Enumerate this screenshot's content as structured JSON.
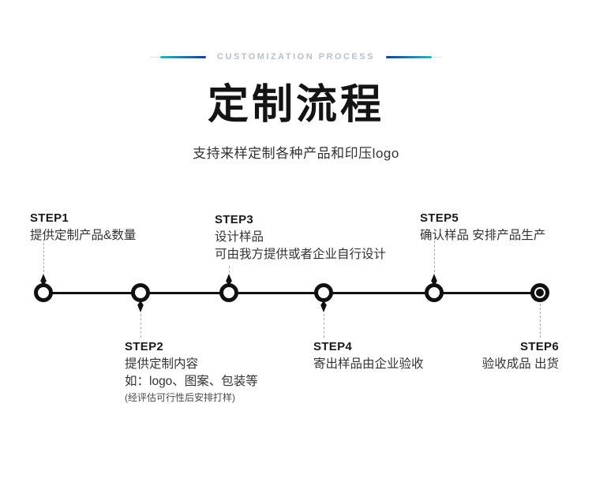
{
  "header": {
    "eyebrow": "CUSTOMIZATION PROCESS",
    "title": "定制流程",
    "subtitle": "支持来样定制各种产品和印压logo",
    "accent_teal": "#2bb9b3",
    "accent_blue": "#1d3f94",
    "eyebrow_color": "#b9c0c7"
  },
  "timeline": {
    "line_color": "#111111",
    "steps": [
      {
        "label": "STEP1",
        "position": "above",
        "lines": [
          "提供定制产品&数量"
        ]
      },
      {
        "label": "STEP2",
        "position": "below",
        "lines": [
          "提供定制内容",
          "如：logo、图案、包装等"
        ],
        "note": "(经评估可行性后安排打样)"
      },
      {
        "label": "STEP3",
        "position": "above",
        "lines": [
          "设计样品",
          "可由我方提供或者企业自行设计"
        ]
      },
      {
        "label": "STEP4",
        "position": "below",
        "lines": [
          "寄出样品由企业验收"
        ]
      },
      {
        "label": "STEP5",
        "position": "above",
        "lines": [
          "确认样品 安排产品生产"
        ]
      },
      {
        "label": "STEP6",
        "position": "below",
        "lines": [
          "验收成品 出货"
        ]
      }
    ]
  }
}
